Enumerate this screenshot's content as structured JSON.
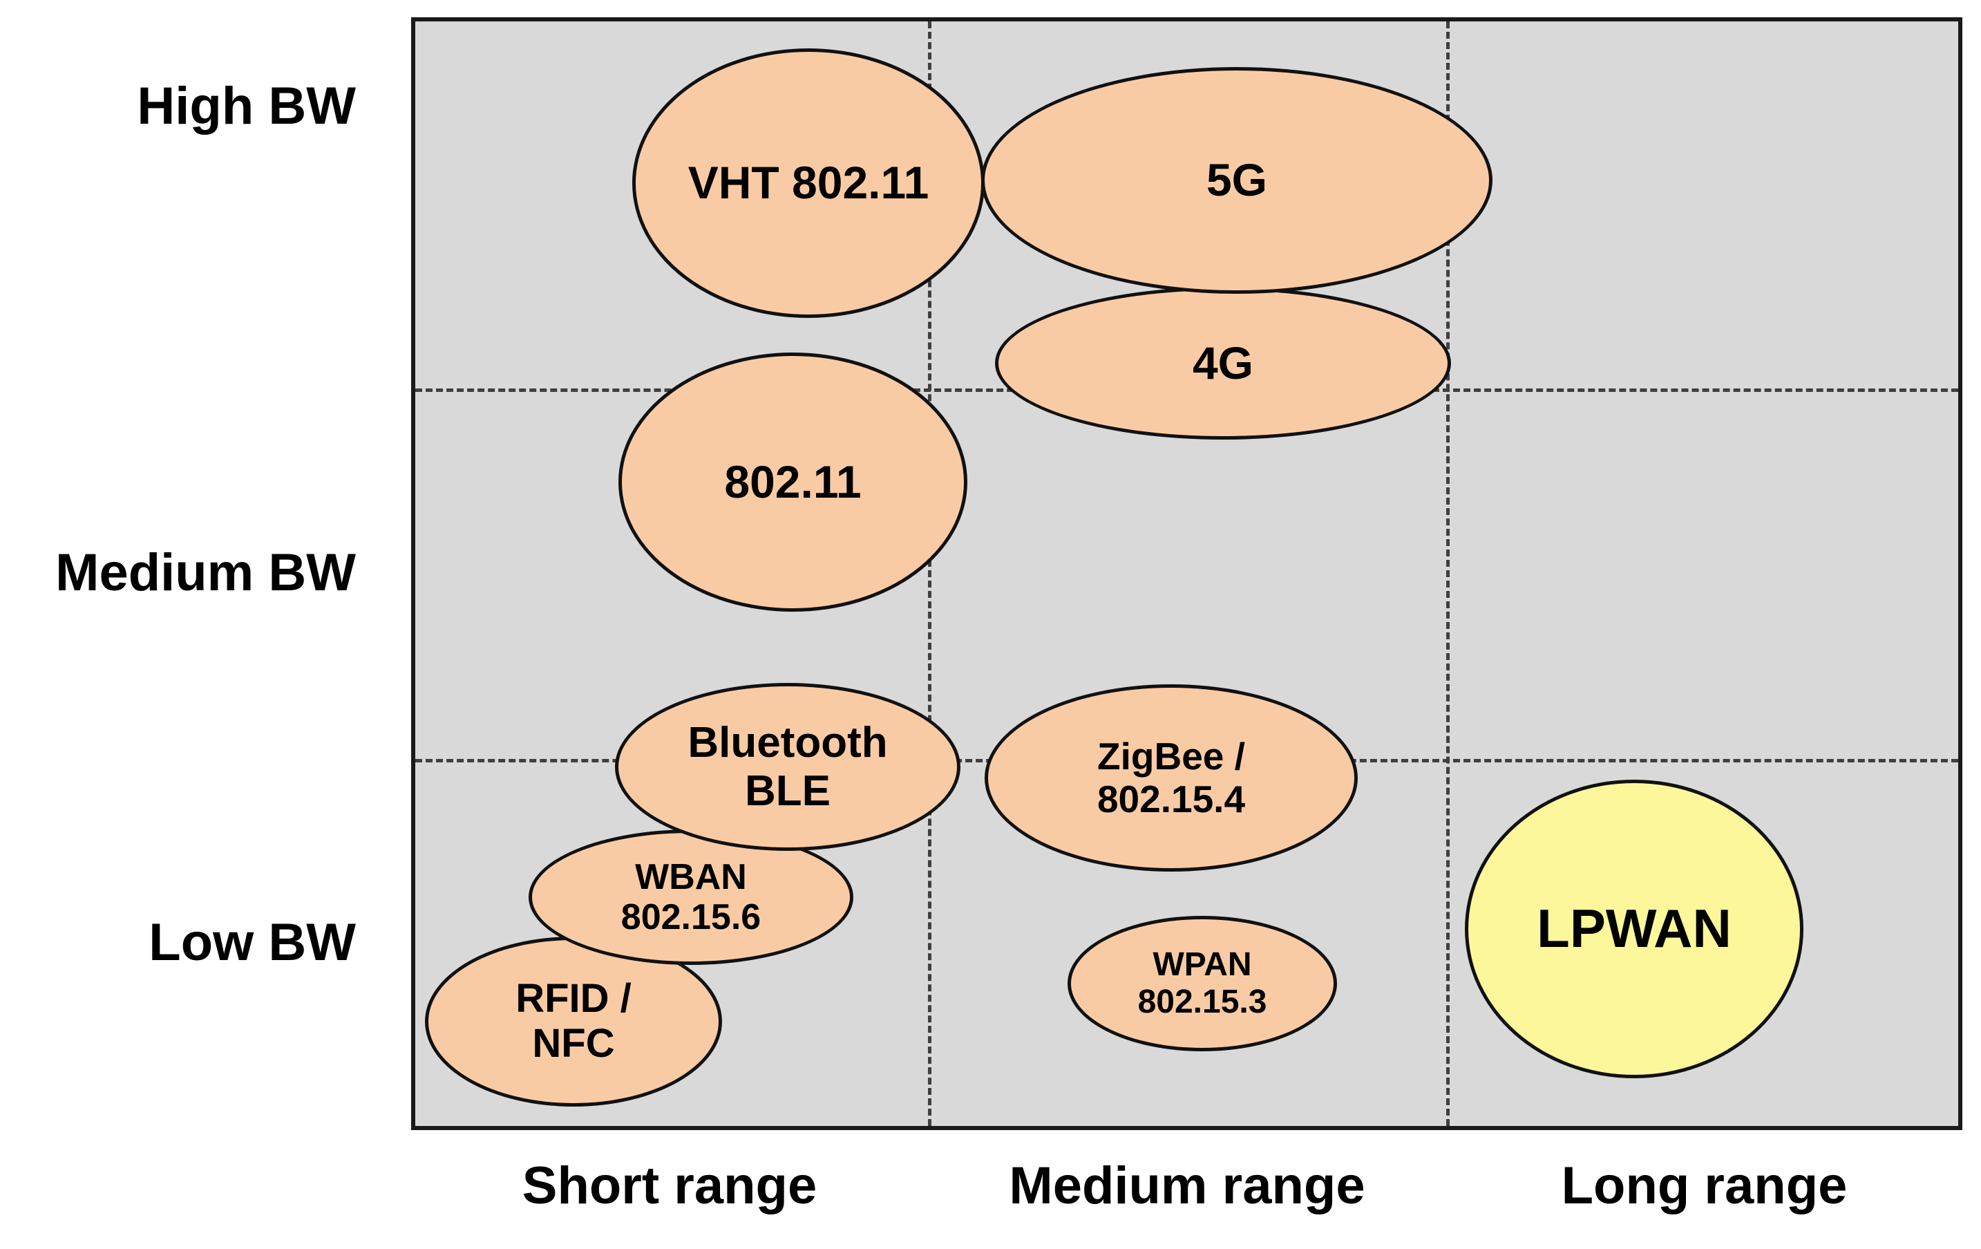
{
  "chart_data": {
    "type": "scatter",
    "title": "",
    "xlabel": "",
    "ylabel": "",
    "grid": true,
    "legend": "none",
    "x_categories": [
      "Short range",
      "Medium range",
      "Long range"
    ],
    "y_categories": [
      "Low BW",
      "Medium BW",
      "High BW"
    ],
    "bubbles": [
      {
        "label": "VHT 802.11",
        "x_band": "Short range",
        "y_band": "High BW",
        "color": "#f9cba5"
      },
      {
        "label": "5G",
        "x_band": "Medium range",
        "y_band": "High BW",
        "color": "#f9cba5"
      },
      {
        "label": "4G",
        "x_band": "Medium range",
        "y_band": "High BW",
        "color": "#f9cba5"
      },
      {
        "label": "802.11",
        "x_band": "Short range",
        "y_band": "Medium BW",
        "color": "#f9cba5"
      },
      {
        "label": "Bluetooth\nBLE",
        "x_band": "Short range",
        "y_band": "Low BW",
        "color": "#f9cba5"
      },
      {
        "label": "ZigBee /\n802.15.4",
        "x_band": "Medium range",
        "y_band": "Low BW",
        "color": "#f9cba5"
      },
      {
        "label": "WBAN\n802.15.6",
        "x_band": "Short range",
        "y_band": "Low BW",
        "color": "#f9cba5"
      },
      {
        "label": "WPAN\n802.15.3",
        "x_band": "Medium range",
        "y_band": "Low BW",
        "color": "#f9cba5"
      },
      {
        "label": "RFID /\nNFC",
        "x_band": "Short range",
        "y_band": "Low BW",
        "color": "#f9cba5"
      },
      {
        "label": "LPWAN",
        "x_band": "Long range",
        "y_band": "Low BW",
        "color": "#fbf79a"
      }
    ]
  },
  "axes": {
    "y": {
      "labels": [
        {
          "text": "High BW"
        },
        {
          "text": "Medium BW"
        },
        {
          "text": "Low BW"
        }
      ]
    },
    "x": {
      "labels": [
        {
          "text": "Short range"
        },
        {
          "text": "Medium range"
        },
        {
          "text": "Long range"
        }
      ]
    }
  },
  "bubbles": {
    "vht_80211": {
      "label": "VHT 802.11"
    },
    "fiveg": {
      "label": "5G"
    },
    "fourg": {
      "label": "4G"
    },
    "wifi_80211": {
      "label": "802.11"
    },
    "bluetooth": {
      "label": "Bluetooth\nBLE"
    },
    "zigbee": {
      "label": "ZigBee /\n802.15.4"
    },
    "wban": {
      "label": "WBAN\n802.15.6"
    },
    "wpan": {
      "label": "WPAN\n802.15.3"
    },
    "rfid_nfc": {
      "label": "RFID /\nNFC"
    },
    "lpwan": {
      "label": "LPWAN"
    }
  },
  "colors": {
    "plot_background": "#d9d9d9",
    "plot_border": "#1a1a1a",
    "bubble_orange": "#f9cba5",
    "bubble_yellow": "#fbf79a",
    "bubble_stroke": "#111111",
    "grid_dashed": "#3f3f3f",
    "text": "#000000"
  }
}
